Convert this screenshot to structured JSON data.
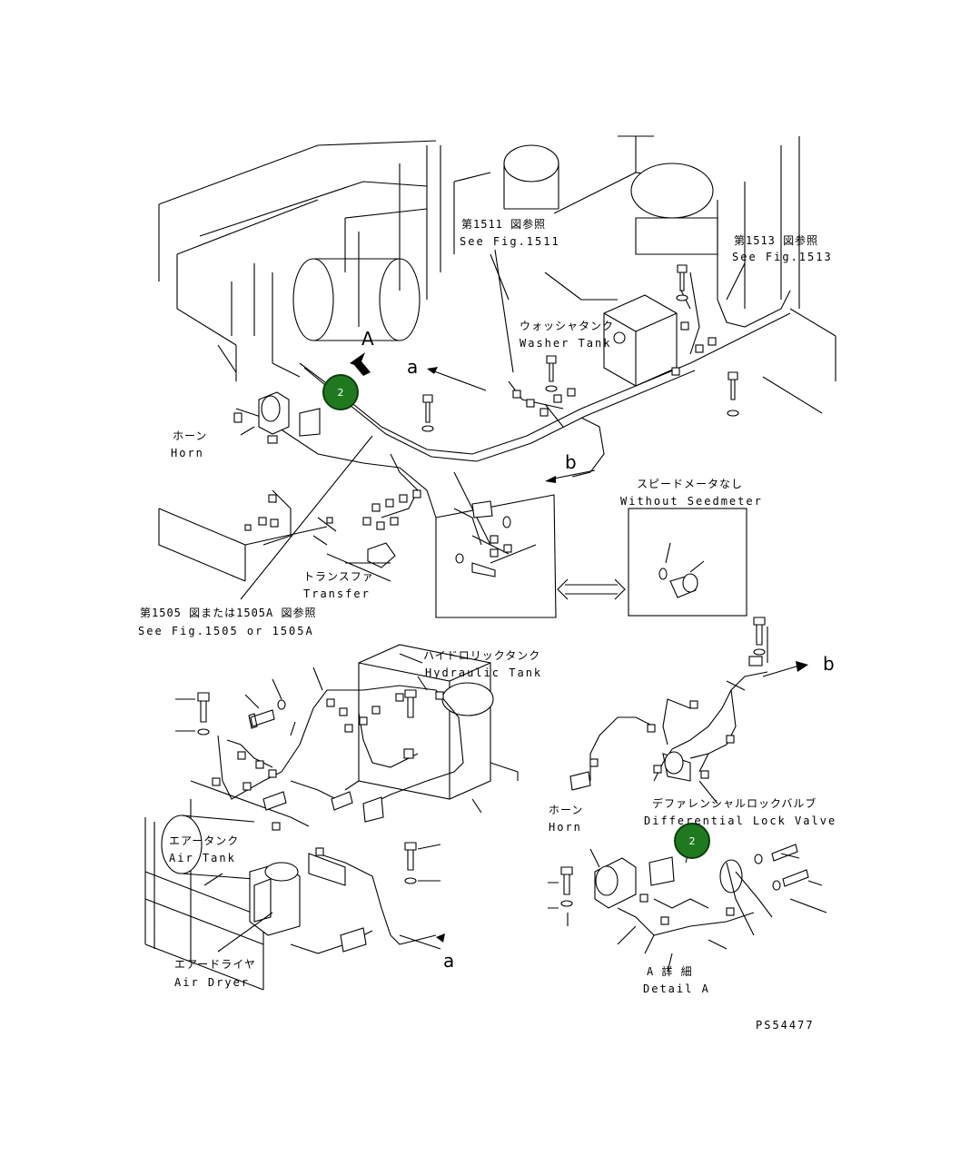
{
  "callouts": [
    {
      "number": "2"
    },
    {
      "number": "2"
    }
  ],
  "labels": {
    "see_1511_jp": "第1511 図参照",
    "see_1511_en": "See Fig.1511",
    "see_1513_jp": "第1513 図参照",
    "see_1513_en": "See Fig.1513",
    "washer_tank_jp": "ウォッシャタンク",
    "washer_tank_en": "Washer Tank",
    "view_a": "A",
    "arrow_a_top": "a",
    "arrow_b_top": "b",
    "horn_jp": "ホーン",
    "horn_en": "Horn",
    "speedmeter_jp": "スピードメータなし",
    "speedmeter_en": "Without Seedmeter",
    "transfer_jp": "トランスファ",
    "transfer_en": "Transfer",
    "see_1505_jp": "第1505 図または1505A 図参照",
    "see_1505_en": "See Fig.1505 or 1505A",
    "hydraulic_tank_jp": "ハイドロリックタンク",
    "hydraulic_tank_en": "Hydraulic Tank",
    "arrow_b_detail": "b",
    "air_tank_jp": "エアータンク",
    "air_tank_en": "Air Tank",
    "diff_lock_jp": "デファレンシャルロックバルブ",
    "diff_lock_en": "Differential Lock Valve",
    "horn2_jp": "ホーン",
    "horn2_en": "Horn",
    "air_dryer_jp": "エアードライヤ",
    "air_dryer_en": "Air Dryer",
    "arrow_a_bottom": "a",
    "detail_a_jp": "A 詳 細",
    "detail_a_en": "Detail A",
    "drawing_no": "PS54477"
  }
}
